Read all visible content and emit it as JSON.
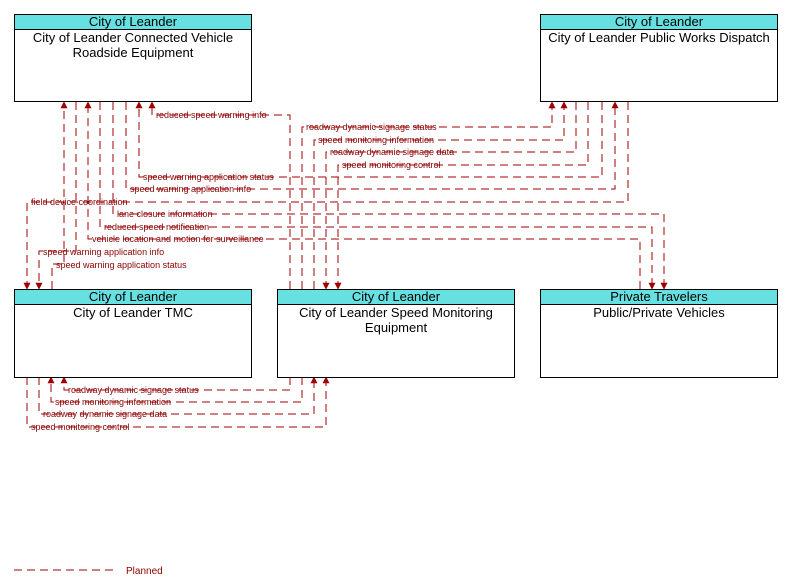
{
  "nodes": {
    "connected_vehicle": {
      "owner": "City of Leander",
      "name": "City of Leander Connected Vehicle Roadside Equipment"
    },
    "public_works": {
      "owner": "City of Leander",
      "name": "City of Leander Public Works Dispatch"
    },
    "tmc": {
      "owner": "City of Leander",
      "name": "City of Leander TMC"
    },
    "speed_monitoring": {
      "owner": "City of Leander",
      "name": "City of Leander Speed Monitoring Equipment"
    },
    "vehicles": {
      "owner": "Private Travelers",
      "name": "Public/Private Vehicles"
    }
  },
  "flows": [
    {
      "id": "f1",
      "label": "reduced speed warning info"
    },
    {
      "id": "f2",
      "label": "roadway dynamic signage status"
    },
    {
      "id": "f3",
      "label": "speed monitoring information"
    },
    {
      "id": "f4",
      "label": "roadway dynamic signage data"
    },
    {
      "id": "f5",
      "label": "speed monitoring control"
    },
    {
      "id": "f6",
      "label": "speed warning application status"
    },
    {
      "id": "f7",
      "label": "speed warning application info"
    },
    {
      "id": "f8",
      "label": "field device coordination"
    },
    {
      "id": "f9",
      "label": "lane closure information"
    },
    {
      "id": "f10",
      "label": "reduced speed notification"
    },
    {
      "id": "f11",
      "label": "vehicle location and motion for surveillance"
    },
    {
      "id": "f12",
      "label": "speed warning application info"
    },
    {
      "id": "f13",
      "label": "speed warning application status"
    },
    {
      "id": "f14",
      "label": "roadway dynamic signage status"
    },
    {
      "id": "f15",
      "label": "speed monitoring information"
    },
    {
      "id": "f16",
      "label": "roadway dynamic signage data"
    },
    {
      "id": "f17",
      "label": "speed monitoring control"
    }
  ],
  "legend": {
    "label": "Planned"
  },
  "colors": {
    "flow": "#a00000",
    "header": "#66e0e0"
  }
}
